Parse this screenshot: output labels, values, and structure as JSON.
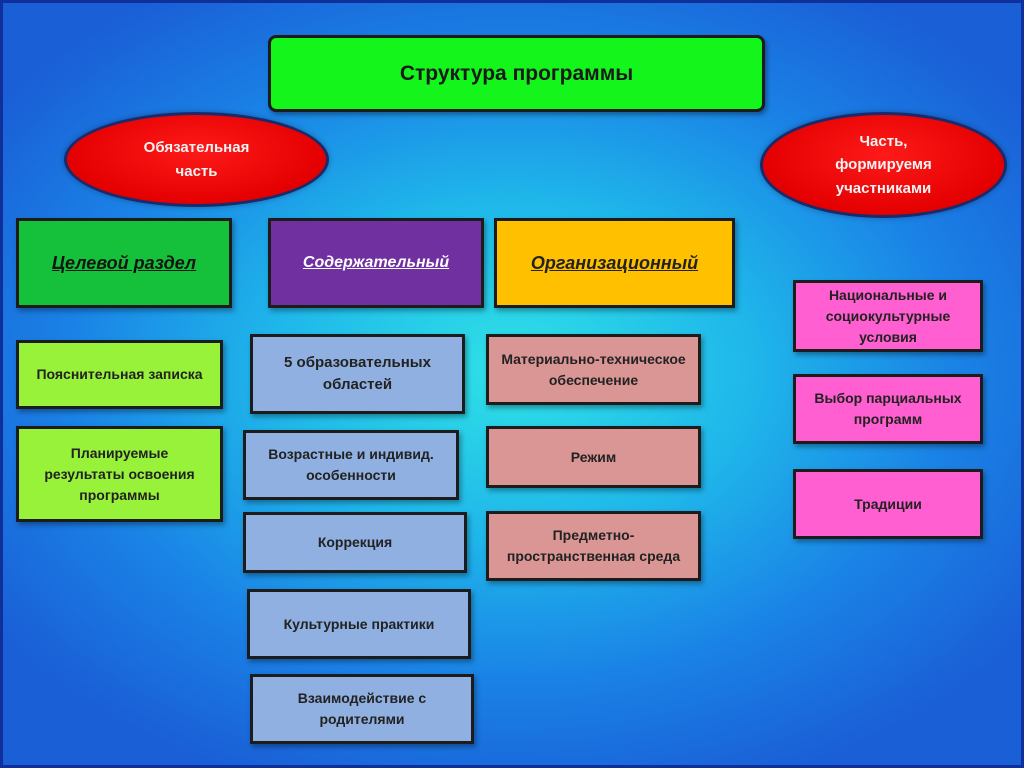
{
  "title": "Структура программы",
  "mandatory_part": "Обязательная часть",
  "participants_part": "Часть, формируемя участниками",
  "sections": {
    "target": "Целевой раздел",
    "content": "Содержательный",
    "organizational": "Организационный"
  },
  "target_items": [
    "Пояснительная записка",
    "Планируемые результаты освоения программы"
  ],
  "content_items": [
    "5 образовательных областей",
    "Возрастные и индивид. особенности",
    "Коррекция",
    "Культурные практики",
    "Взаимодействие с родителями"
  ],
  "organizational_items": [
    "Материально-техническое обеспечение",
    "Режим",
    "Предметно-пространственная среда"
  ],
  "participants_items": [
    "Национальные и социокультурные условия",
    "Выбор парциальных программ",
    "Традиции"
  ],
  "colors": {
    "title_fill": "#13f51b",
    "ellipse_fill": "#e40000",
    "target_header": "#15c13a",
    "content_header": "#7030a0",
    "organizational_header": "#ffc000",
    "target_items": "#99f23a",
    "content_items": "#8fb0e0",
    "organizational_items": "#da9694",
    "participants_items": "#ff5fd0"
  }
}
